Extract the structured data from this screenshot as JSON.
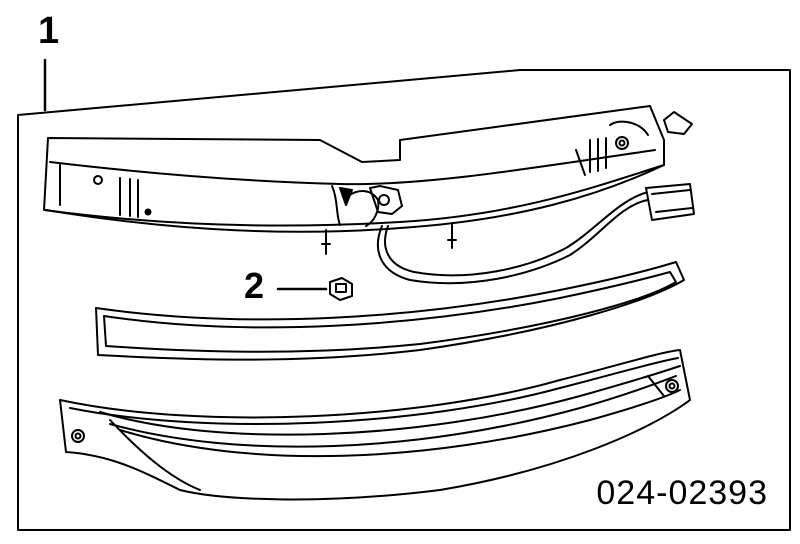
{
  "callouts": {
    "assembly_label": "1",
    "nut_label": "2"
  },
  "part_number": "024-02393",
  "colors": {
    "line": "#000000",
    "background": "#ffffff"
  }
}
